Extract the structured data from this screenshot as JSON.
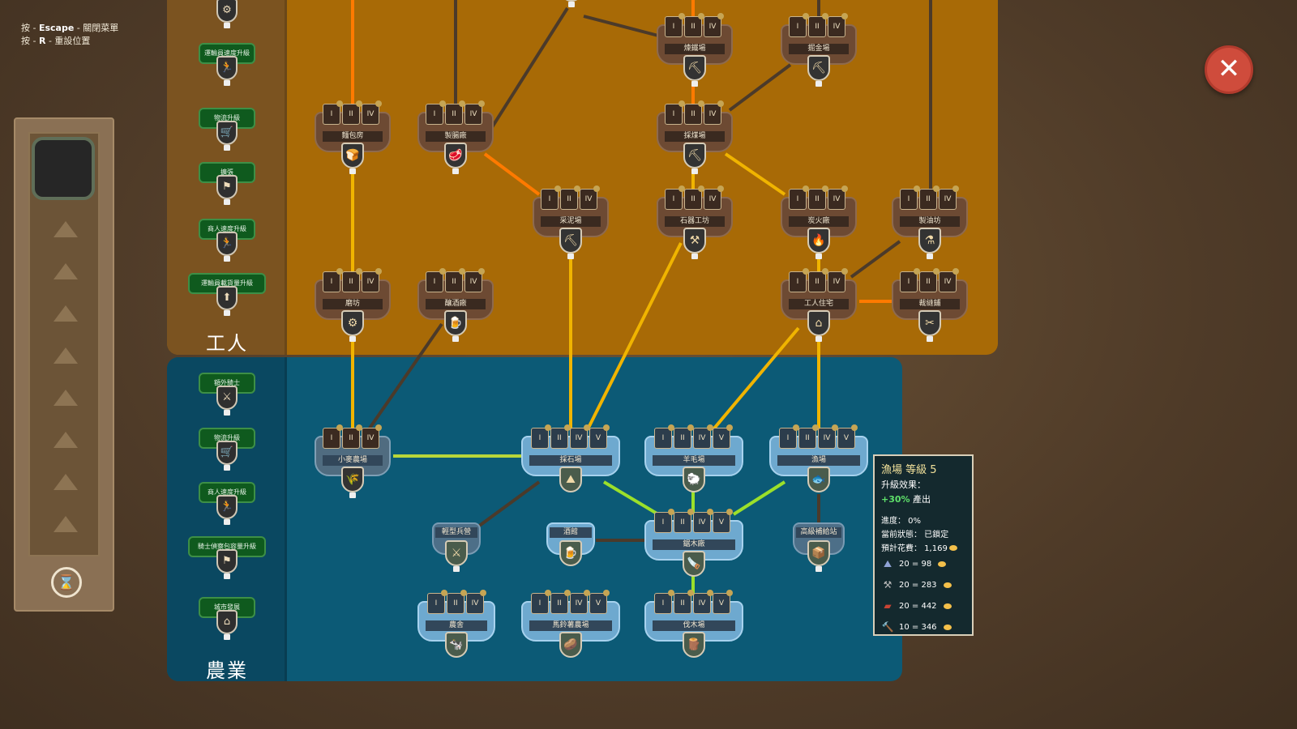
{
  "hints": [
    {
      "prefix": "按 - ",
      "key": "Escape",
      "suffix": " - 關閉菜單"
    },
    {
      "prefix": "按 - ",
      "key": "R",
      "suffix": " - 重設位置"
    }
  ],
  "close_label": "✕",
  "regions": {
    "worker_title": "工人",
    "agriculture_title": "農業"
  },
  "worker_upgrades": [
    {
      "label": "",
      "icon": "⚙"
    },
    {
      "label": "運輸員速度升級",
      "icon": "🏃"
    },
    {
      "label": "物流升級",
      "icon": "🛒"
    },
    {
      "label": "擴張",
      "icon": "⚑"
    },
    {
      "label": "商人速度升級",
      "icon": "🏃"
    },
    {
      "label": "運輸員載貨量升級",
      "icon": "⬆"
    }
  ],
  "agri_upgrades": [
    {
      "label": "額外騎士",
      "icon": "⚔"
    },
    {
      "label": "物流升級",
      "icon": "🛒"
    },
    {
      "label": "商人速度升級",
      "icon": "🏃"
    },
    {
      "label": "騎士偵察包容量升級",
      "icon": "⚑"
    },
    {
      "label": "城市發展",
      "icon": "⌂"
    }
  ],
  "tier_labels": [
    "I",
    "II",
    "IV",
    "V"
  ],
  "buildings": {
    "top_center": {
      "label": "",
      "icon": "⚒"
    },
    "smelter": {
      "label": "煉鐵場",
      "icon": "⛏"
    },
    "goldmine": {
      "label": "掘金場",
      "icon": "⛏"
    },
    "bakery": {
      "label": "麵包房",
      "icon": "🍞"
    },
    "sausage": {
      "label": "製腸廠",
      "icon": "🥩"
    },
    "coalmine": {
      "label": "採煤場",
      "icon": "⛏"
    },
    "quarry_w": {
      "label": "采泥場",
      "icon": "⛏"
    },
    "stoneworks": {
      "label": "石器工坊",
      "icon": "⚒"
    },
    "charcoal": {
      "label": "炭火廠",
      "icon": "🔥"
    },
    "oilmill": {
      "label": "製油坊",
      "icon": "⚗"
    },
    "mill": {
      "label": "磨坊",
      "icon": "⚙"
    },
    "brewery": {
      "label": "釀酒廠",
      "icon": "🍺"
    },
    "workerhouse": {
      "label": "工人住宅",
      "icon": "⌂"
    },
    "tailor": {
      "label": "裁縫鋪",
      "icon": "✂"
    },
    "wheatfarm": {
      "label": "小麥農場",
      "icon": "🌾"
    },
    "stonequarry": {
      "label": "採石場",
      "icon": "⛰"
    },
    "woolfarm": {
      "label": "羊毛場",
      "icon": "🐑"
    },
    "fishery": {
      "label": "漁場",
      "icon": "🐟"
    },
    "lightbarracks": {
      "label": "輕型兵營",
      "icon": "⚔"
    },
    "tavern": {
      "label": "酒館",
      "icon": "🍺"
    },
    "sawmill": {
      "label": "鋸木廠",
      "icon": "🪚"
    },
    "supply": {
      "label": "高級補給站",
      "icon": "📦"
    },
    "barn": {
      "label": "農舍",
      "icon": "🐄"
    },
    "potato": {
      "label": "馬鈴薯農場",
      "icon": "🥔"
    },
    "lumber": {
      "label": "伐木場",
      "icon": "🪵"
    }
  },
  "tooltip": {
    "title": "漁場 等級 5",
    "effect_label": "升級效果：",
    "effect_value": "+30%",
    "effect_text": " 產出",
    "progress": "進度： 0%",
    "status": "當前狀態： 已鎖定",
    "cost": "預計花費： 1,169",
    "costs": [
      {
        "icon": "stone-icon",
        "glyph": "⛰",
        "text": "20 = 98"
      },
      {
        "icon": "pickaxe-icon",
        "glyph": "⚒",
        "text": "20 = 283"
      },
      {
        "icon": "brick-icon",
        "glyph": "▰",
        "text": "20 = 442"
      },
      {
        "icon": "hammer-icon",
        "glyph": "🔨",
        "text": "10 = 346"
      }
    ]
  }
}
